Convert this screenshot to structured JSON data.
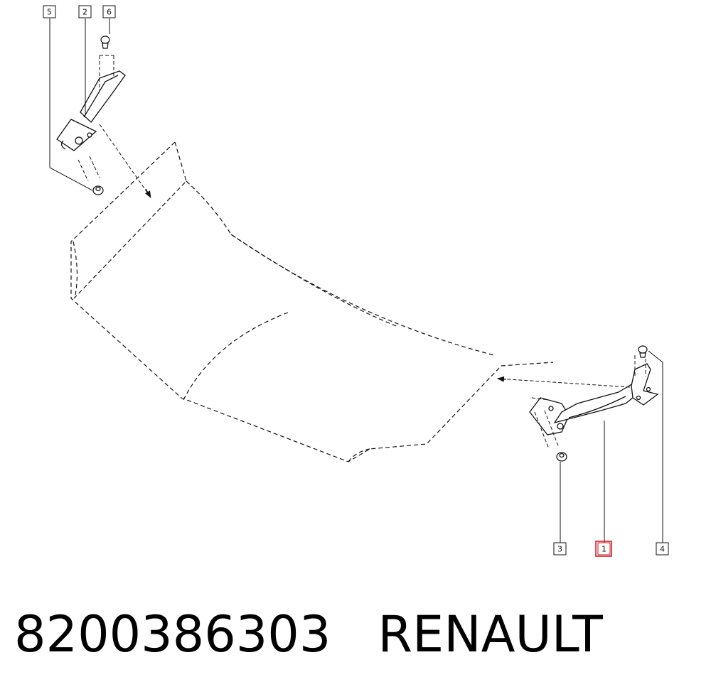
{
  "callouts": [
    {
      "id": "5",
      "label": "5",
      "highlighted": false
    },
    {
      "id": "2",
      "label": "2",
      "highlighted": false
    },
    {
      "id": "6",
      "label": "6",
      "highlighted": false
    },
    {
      "id": "3",
      "label": "3",
      "highlighted": false
    },
    {
      "id": "1",
      "label": "1",
      "highlighted": true
    },
    {
      "id": "4",
      "label": "4",
      "highlighted": false
    }
  ],
  "caption": {
    "part_number": "8200386303",
    "brand": "RENAULT"
  },
  "colors": {
    "line": "#111111",
    "highlight": "#d0101a",
    "background": "#ffffff"
  }
}
